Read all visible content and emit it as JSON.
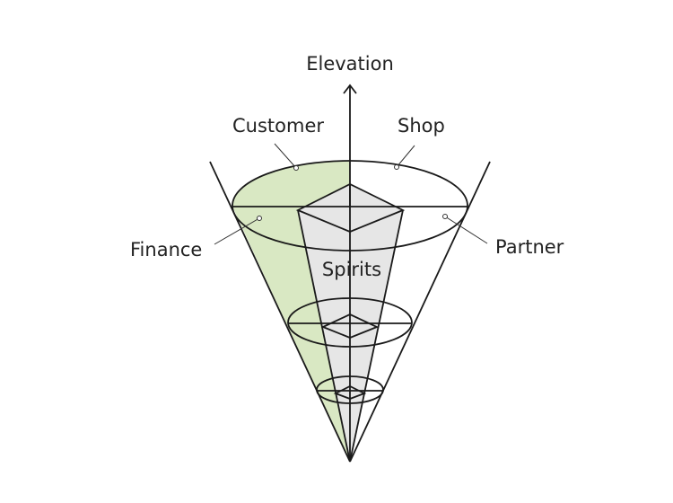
{
  "diagram": {
    "axis_label": "Elevation",
    "labels": {
      "customer": "Customer",
      "shop": "Shop",
      "finance": "Finance",
      "partner": "Partner",
      "spirits": "Spirits"
    },
    "colors": {
      "finance_fill": "#d9e8c3",
      "spirits_fill": "#e6e6e6",
      "line": "#1a1a1a"
    }
  }
}
